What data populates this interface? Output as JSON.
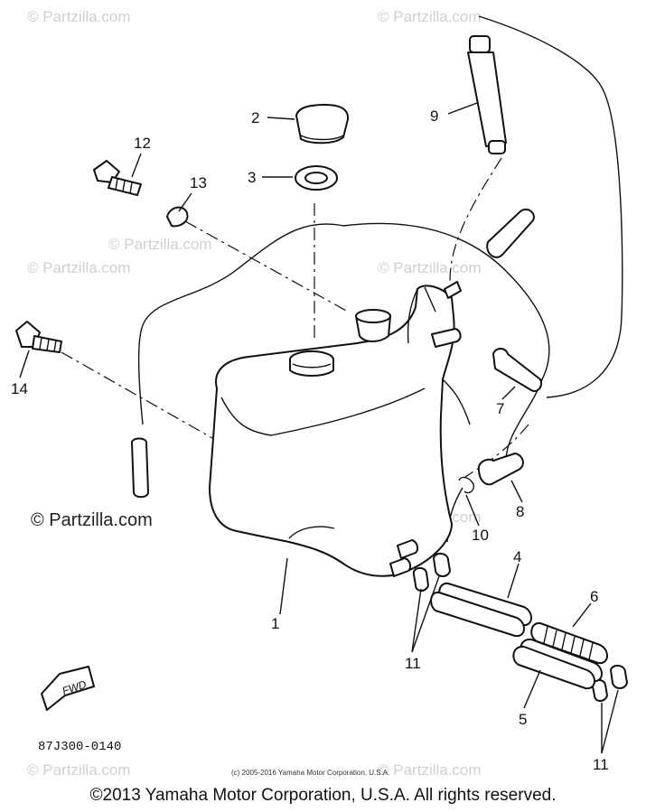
{
  "callouts": {
    "p1": "1",
    "p2": "2",
    "p3": "3",
    "p4": "4",
    "p5": "5",
    "p6": "6",
    "p7": "7",
    "p8": "8",
    "p9": "9",
    "p10": "10",
    "p11a": "11",
    "p11b": "11",
    "p12": "12",
    "p13": "13",
    "p14": "14"
  },
  "watermarks": {
    "main": "© Partzilla.com",
    "faint": "© Partzilla.com"
  },
  "fwd_label": "FWD",
  "diagram_code": "87J300-0140",
  "small_copyright": "(c) 2005-2016 Yamaha Motor Corporation, U.S.A.",
  "copyright": "©2013 Yamaha Motor Corporation, U.S.A. All rights reserved."
}
